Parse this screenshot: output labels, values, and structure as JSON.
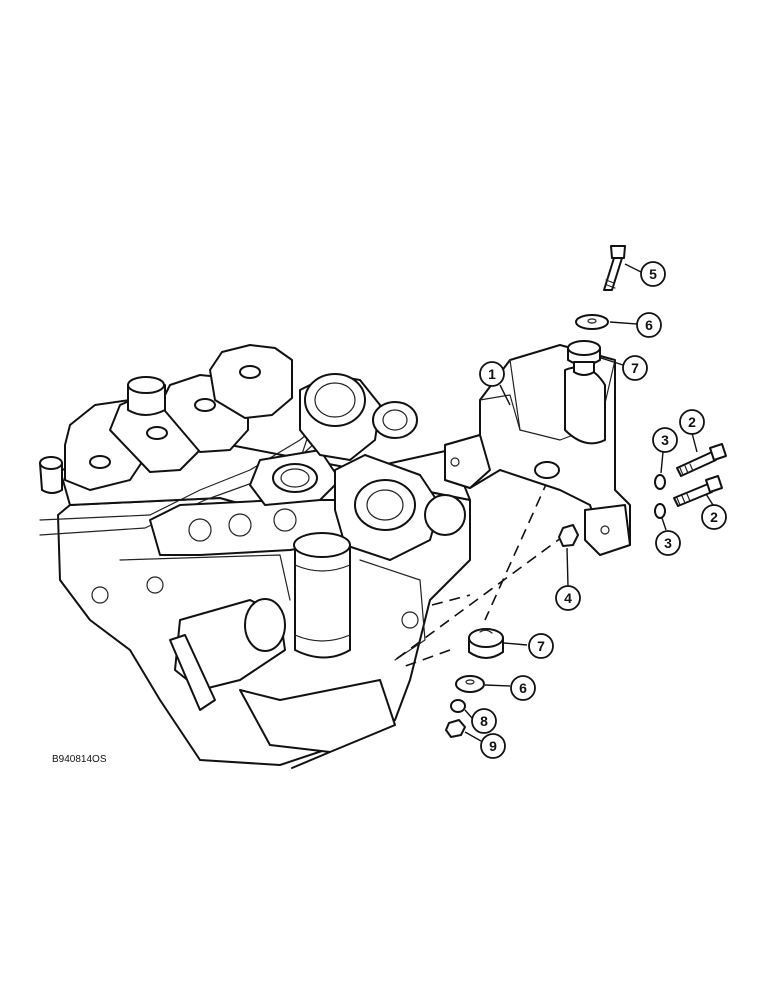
{
  "figure": {
    "id_text": "B940814OS"
  },
  "callouts": [
    {
      "label": "1"
    },
    {
      "label": "2"
    },
    {
      "label": "2"
    },
    {
      "label": "3"
    },
    {
      "label": "3"
    },
    {
      "label": "4"
    },
    {
      "label": "5"
    },
    {
      "label": "6"
    },
    {
      "label": "7"
    },
    {
      "label": "7"
    },
    {
      "label": "6"
    },
    {
      "label": "8"
    },
    {
      "label": "9"
    }
  ]
}
